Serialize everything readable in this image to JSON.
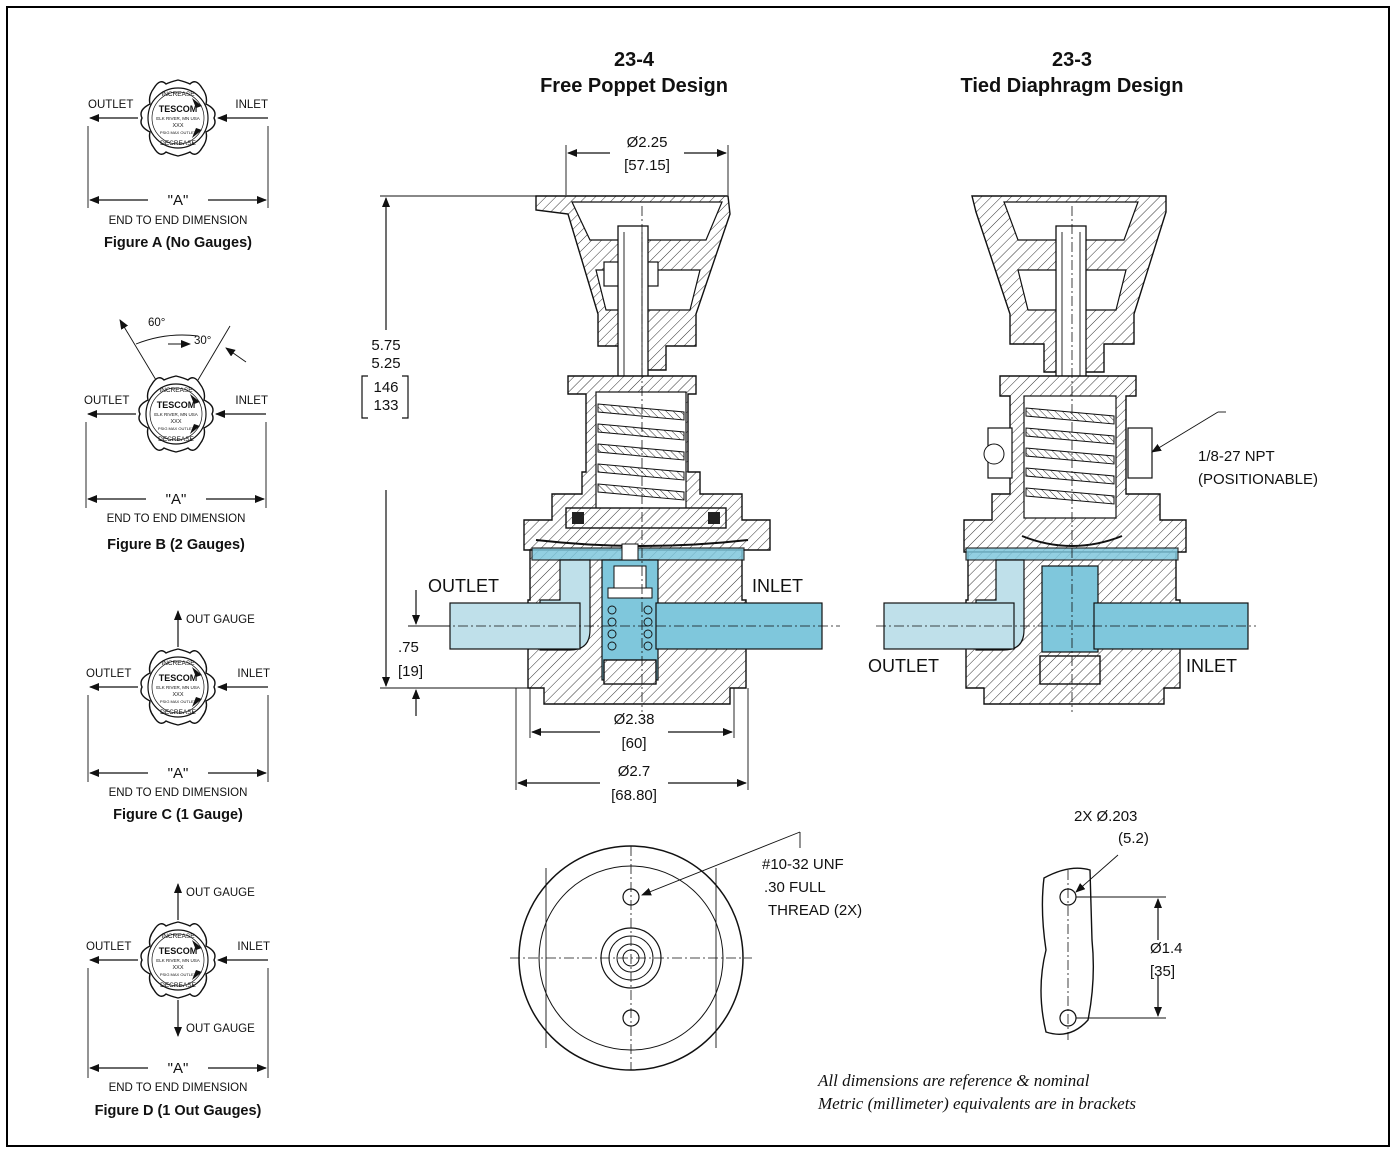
{
  "figures": [
    {
      "caption": "Figure A (No Gauges)",
      "outlet": "OUTLET",
      "inlet": "INLET",
      "dim": "\"A\"",
      "dim_text": "END TO END DIMENSION"
    },
    {
      "caption": "Figure B (2 Gauges)",
      "outlet": "OUTLET",
      "inlet": "INLET",
      "dim": "\"A\"",
      "dim_text": "END TO END DIMENSION",
      "angle1": "60°",
      "angle2": "30°"
    },
    {
      "caption": "Figure C (1 Gauge)",
      "outlet": "OUTLET",
      "inlet": "INLET",
      "dim": "\"A\"",
      "dim_text": "END TO END DIMENSION",
      "gauge_top": "OUT GAUGE"
    },
    {
      "caption": "Figure D (1 Out Gauges)",
      "outlet": "OUTLET",
      "inlet": "INLET",
      "dim": "\"A\"",
      "dim_text": "END TO END DIMENSION",
      "gauge_top": "OUT GAUGE",
      "gauge_bottom": "OUT GAUGE"
    }
  ],
  "knob": {
    "brand": "TESCOM",
    "increase": "INCREASE",
    "decrease": "DECREASE",
    "city": "ELK RIVER, MN USA",
    "model": "XXX",
    "small": "PSIG MAX OUTLET"
  },
  "design_23_4": {
    "number": "23-4",
    "title": "Free Poppet Design",
    "dia_top": "Ø2.25",
    "dia_top_mm": "[57.15]",
    "height_1": "5.75",
    "height_2": "5.25",
    "height_mm_1": "146",
    "height_mm_2": "133",
    "port_h": ".75",
    "port_h_mm": "[19]",
    "dia_mid": "Ø2.38",
    "dia_mid_mm": "[60]",
    "dia_bot": "Ø2.7",
    "dia_bot_mm": "[68.80]",
    "outlet": "OUTLET",
    "inlet": "INLET",
    "thread_1": "#10-32 UNF",
    "thread_2": ".30 FULL",
    "thread_3": "THREAD (2X)"
  },
  "design_23_3": {
    "number": "23-3",
    "title": "Tied Diaphragm Design",
    "npt_1": "1/8-27 NPT",
    "npt_2": "(POSITIONABLE)",
    "outlet": "OUTLET",
    "inlet": "INLET",
    "hole": "2X  Ø.203",
    "hole_mm": "(5.2)",
    "spacing": "Ø1.4",
    "spacing_mm": "[35]"
  },
  "notes": {
    "line1": "All dimensions are reference & nominal",
    "line2": "Metric (millimeter) equivalents are in brackets"
  }
}
